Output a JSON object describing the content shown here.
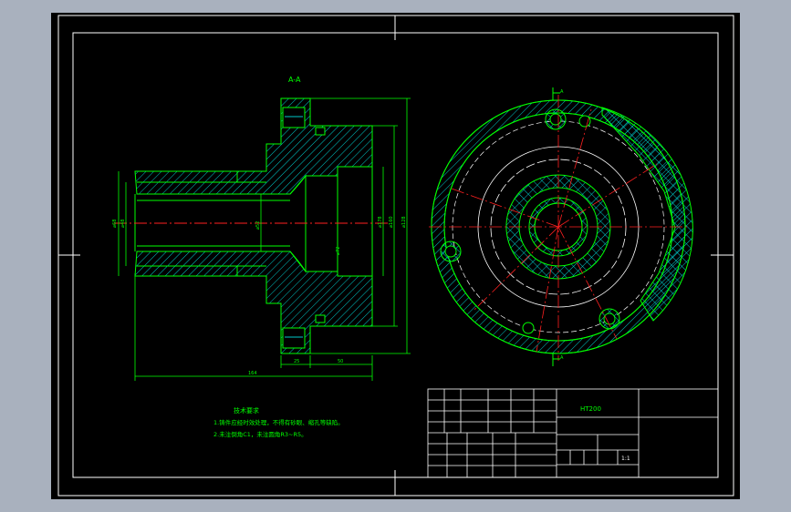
{
  "drawing": {
    "section_label": "A-A",
    "material": "HT200",
    "scale_mark": "1:1",
    "notes_title": "技术要求",
    "notes": [
      "1.铸件应经时效处理，不得有砂眼、缩孔等缺陷。",
      "2.未注倒角C1，未注圆角R3~R5。"
    ],
    "dim_overall": "164",
    "dim_step1": "25",
    "dim_step2": "50",
    "dims_left": [
      "⌀68",
      "⌀48"
    ],
    "dim_center": "⌀52",
    "dim_bore": "⌀72",
    "dims_right": [
      "⌀178",
      "⌀160",
      "⌀128"
    ],
    "section_marks": [
      "A",
      "A"
    ]
  },
  "colors": {
    "canvas": "#000000",
    "frame": "#ffffff",
    "outline": "#00ff00",
    "hatch": "#00c8c8",
    "centerline": "#ff2020",
    "dimension": "#00ff00",
    "text": "#00ff00",
    "table": "#ffffff",
    "background": "#a9b1be"
  }
}
